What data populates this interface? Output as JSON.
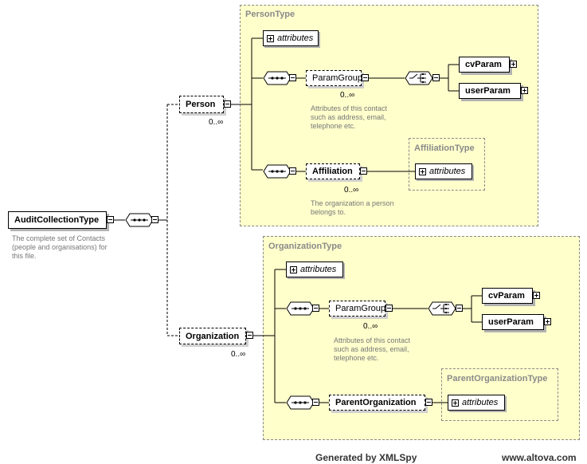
{
  "root": {
    "name": "AuditCollectionType",
    "annotation": [
      "The complete set of Contacts",
      "(people and organisations) for",
      "this file."
    ]
  },
  "person": {
    "name": "Person",
    "occurrence": "0..∞",
    "type_name": "PersonType",
    "attributes_label": "attributes",
    "param_group": {
      "name": "ParamGroup",
      "occurrence": "0..∞",
      "annotation": [
        "Attributes of this contact",
        "such as address, email,",
        "telephone etc."
      ]
    },
    "choice_items": [
      "cvParam",
      "userParam"
    ],
    "affiliation": {
      "name": "Affiliation",
      "occurrence": "0..∞",
      "annotation": [
        "The organization a person",
        "belongs to."
      ],
      "type_name": "AffiliationType",
      "attributes_label": "attributes"
    }
  },
  "organization": {
    "name": "Organization",
    "occurrence": "0..∞",
    "type_name": "OrganizationType",
    "attributes_label": "attributes",
    "param_group": {
      "name": "ParamGroup",
      "occurrence": "0..∞",
      "annotation": [
        "Attributes of this contact",
        "such as address, email,",
        "telephone etc."
      ]
    },
    "choice_items": [
      "cvParam",
      "userParam"
    ],
    "parent": {
      "name": "ParentOrganization",
      "type_name": "ParentOrganizationType",
      "attributes_label": "attributes"
    }
  },
  "footer": {
    "generated": "Generated by XMLSpy",
    "site": "www.altova.com"
  }
}
